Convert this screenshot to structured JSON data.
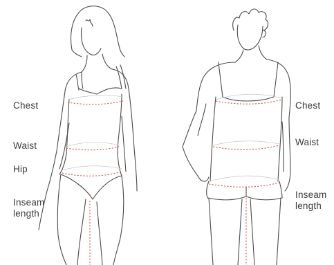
{
  "colors": {
    "measure_line": "#e0423b",
    "sketch_line": "#4a4a4a",
    "label_text": "#3a3a3a"
  },
  "female": {
    "labels": {
      "chest": "Chest",
      "waist": "Waist",
      "hip": "Hip",
      "inseam": "Inseam\nlength"
    }
  },
  "male": {
    "labels": {
      "chest": "Chest",
      "waist": "Waist",
      "inseam": "Inseam\nlength"
    }
  }
}
